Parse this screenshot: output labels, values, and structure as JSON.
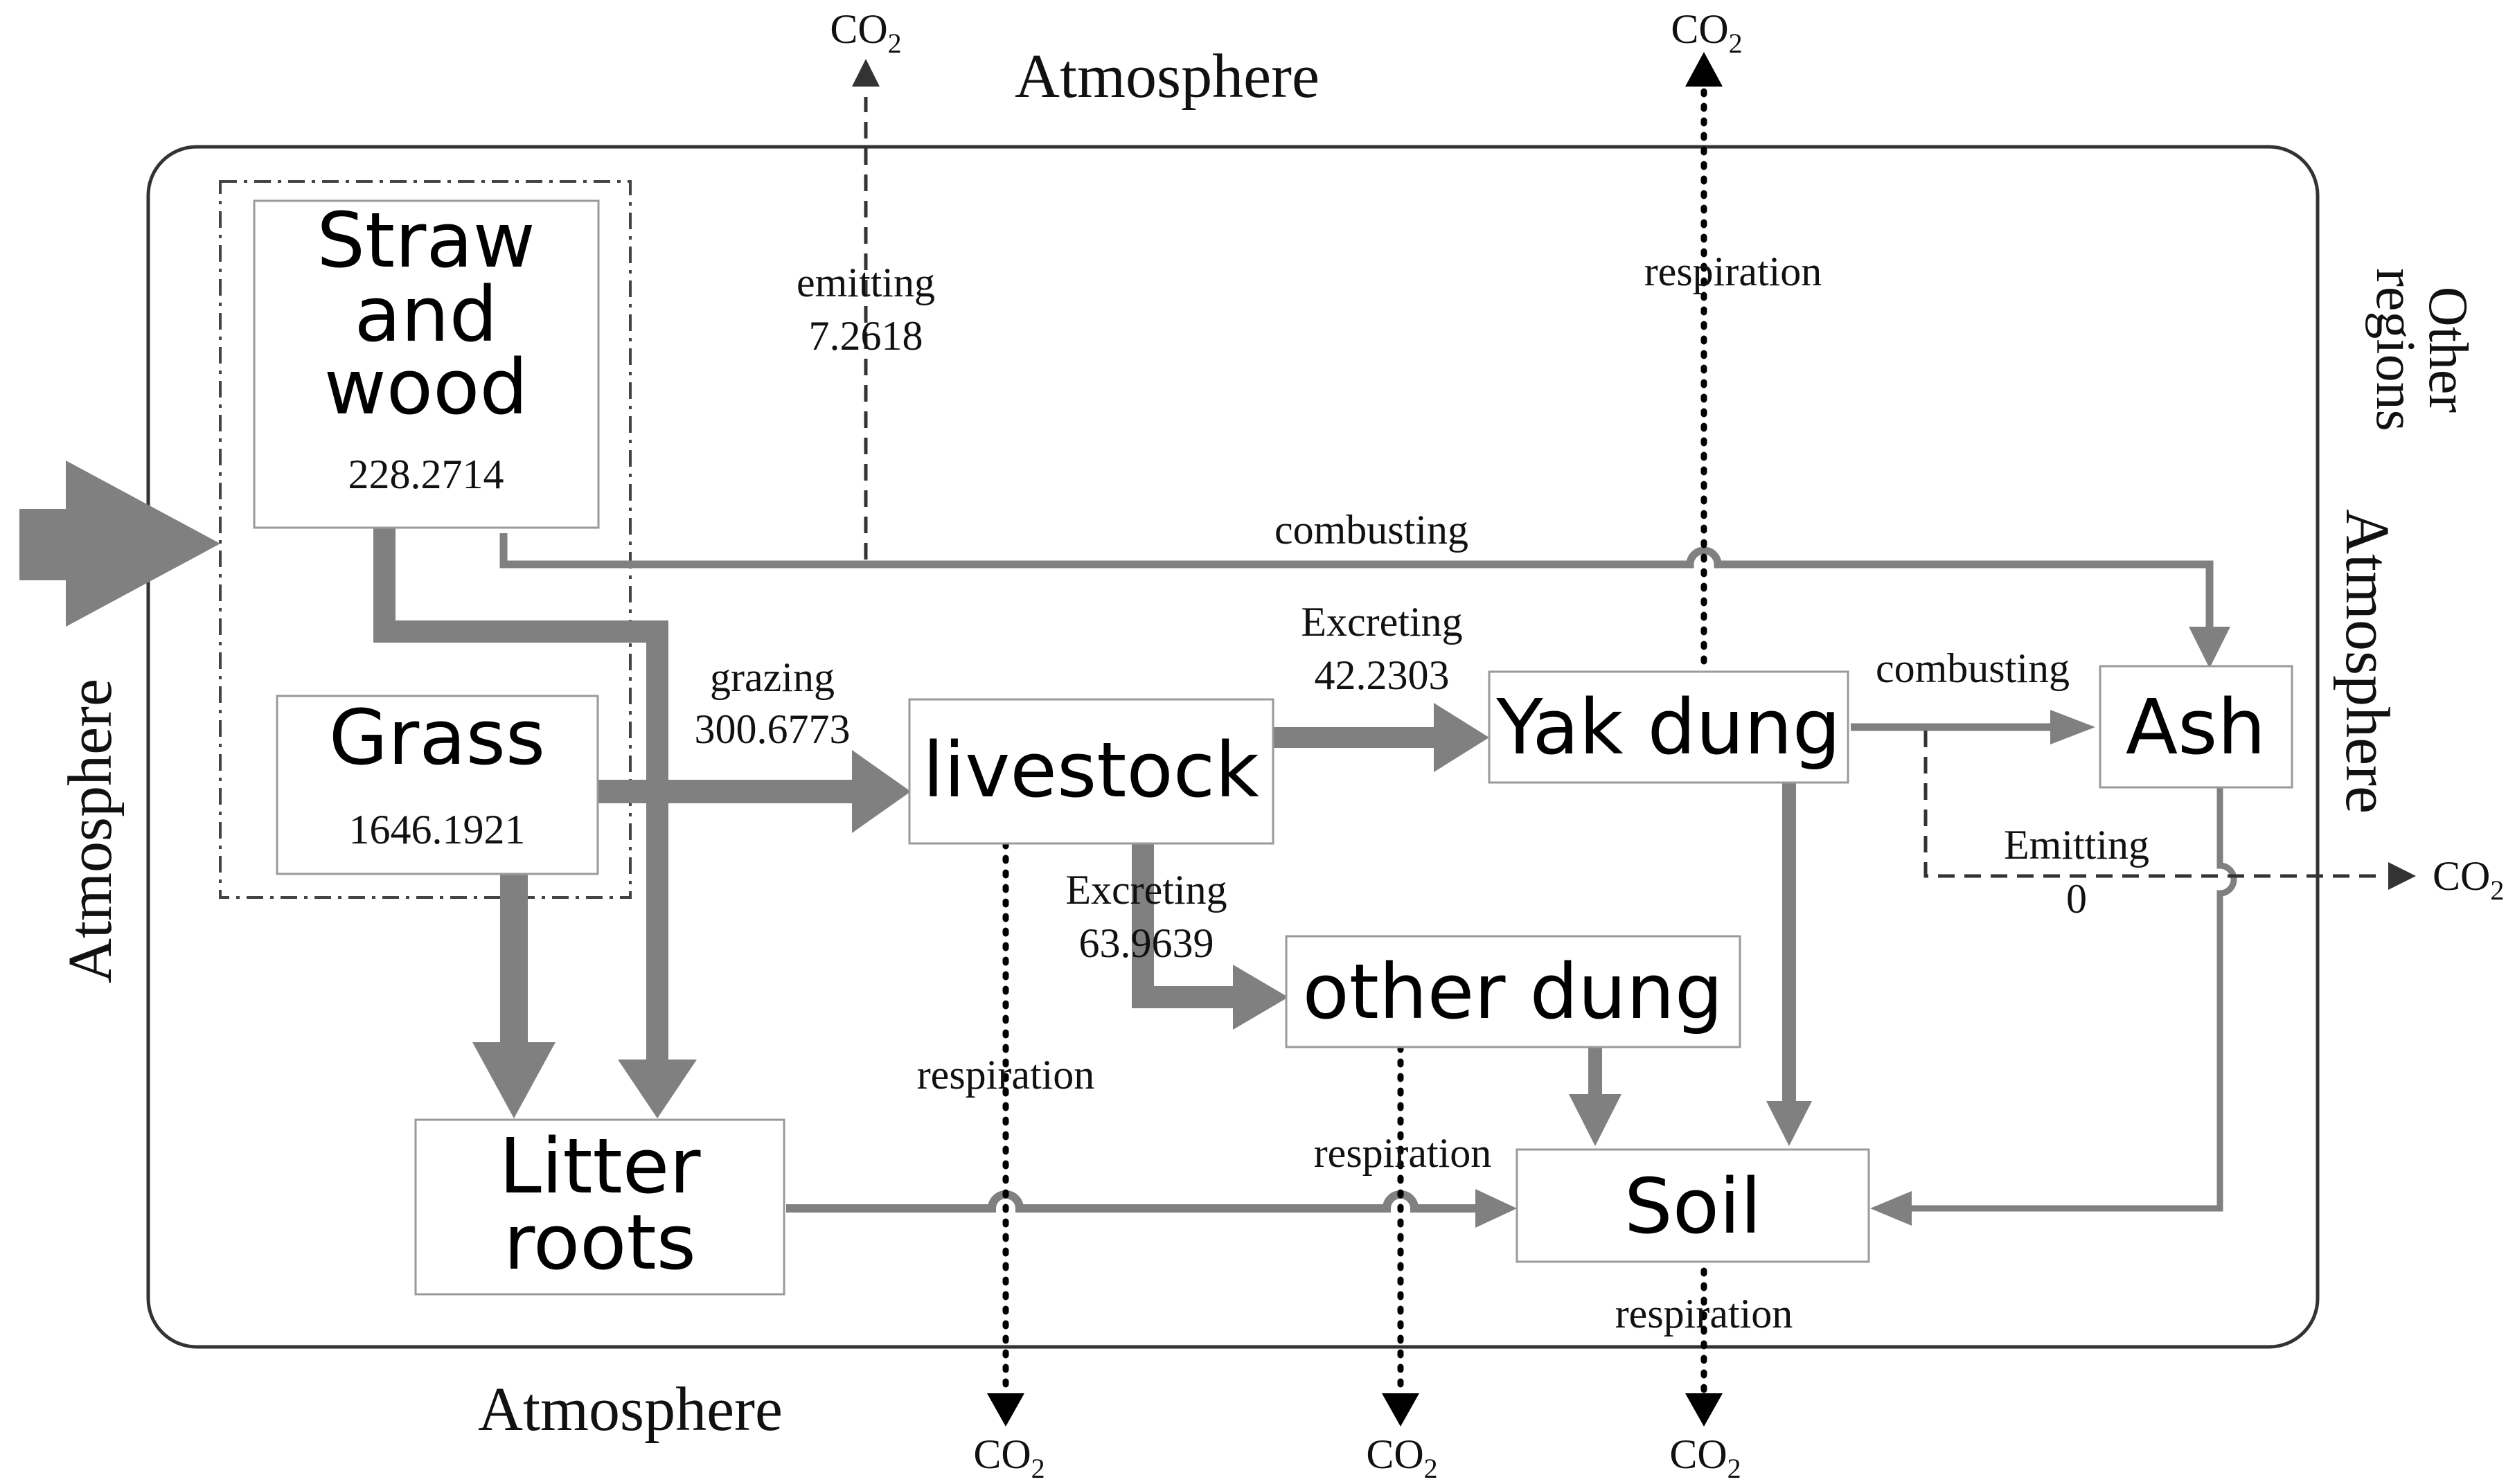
{
  "regions": {
    "atmosphere_top": "Atmosphere",
    "atmosphere_bottom": "Atmosphere",
    "atmosphere_left": "Atmosphere",
    "atmosphere_right": "Atmosphere",
    "other_regions_line1": "Other",
    "other_regions_line2": "regions"
  },
  "nodes": {
    "straw": {
      "line1": "Straw",
      "line2": "and",
      "line3": "wood",
      "value": "228.2714"
    },
    "grass": {
      "label": "Grass",
      "value": "1646.1921"
    },
    "livestock": {
      "label": "livestock"
    },
    "yak_dung": {
      "label": "Yak dung"
    },
    "ash": {
      "label": "Ash"
    },
    "other_dung": {
      "label": "other dung"
    },
    "litter": {
      "line1": "Litter",
      "line2": "roots"
    },
    "soil": {
      "label": "Soil"
    }
  },
  "flows": {
    "emitting_straw": {
      "label": "emitting",
      "value": "7.2618"
    },
    "combusting_straw": {
      "label": "combusting"
    },
    "grazing": {
      "label": "grazing",
      "value": "300.6773"
    },
    "excreting_yak": {
      "label": "Excreting",
      "value": "42.2303"
    },
    "excreting_other": {
      "label": "Excreting",
      "value": "63.9639"
    },
    "combusting_yak": {
      "label": "combusting"
    },
    "emitting_yak": {
      "label": "Emitting",
      "value": "0"
    },
    "respiration_yak": {
      "label": "respiration"
    },
    "respiration_livestock": {
      "label": "respiration"
    },
    "respiration_other_dung": {
      "label": "respiration"
    },
    "respiration_soil": {
      "label": "respiration"
    }
  },
  "co2": {
    "main": "CO",
    "sub": "2"
  },
  "colors": {
    "flow": "#808080",
    "box_border": "#9a9a9a",
    "frame": "#333333"
  }
}
